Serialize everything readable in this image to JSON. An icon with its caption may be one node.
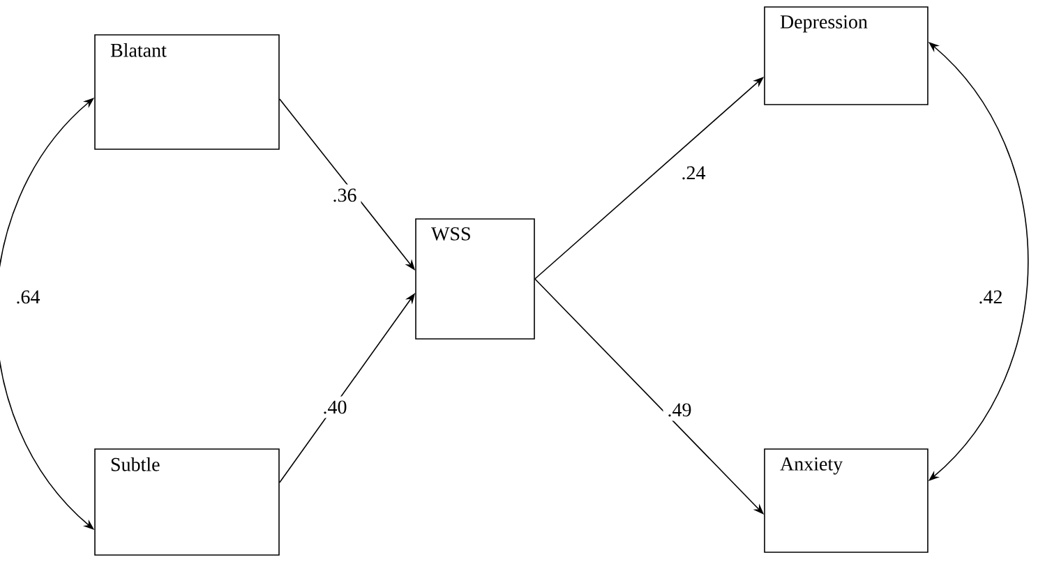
{
  "diagram": {
    "nodes": [
      {
        "text": [
          "Blatant"
        ]
      },
      {
        "text": [
          "Depression"
        ]
      },
      {
        "text": [
          "WSS"
        ]
      },
      {
        "text": [
          "Subtle"
        ]
      },
      {
        "text": [
          "Anxiety"
        ]
      }
    ],
    "edges": [
      {
        "from": 0,
        "to": 2,
        "arrow": "to",
        "label": ".36"
      },
      {
        "from": 3,
        "to": 2,
        "arrow": "to",
        "label": ".40"
      },
      {
        "from": 2,
        "to": 1,
        "arrow": "to",
        "label": ".24"
      },
      {
        "from": 2,
        "to": 4,
        "arrow": "to",
        "label": ".49"
      },
      {
        "from": 0,
        "to": 3,
        "arrow": "both",
        "label": ".64"
      },
      {
        "from": 1,
        "to": 4,
        "arrow": "both",
        "label": ".42"
      }
    ]
  }
}
